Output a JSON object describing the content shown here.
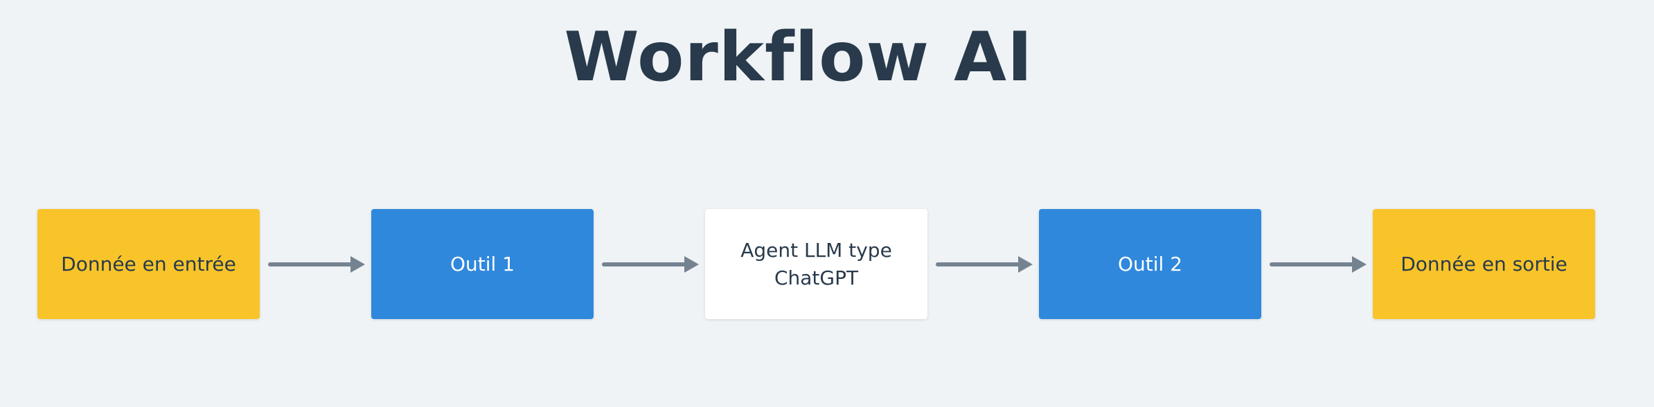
{
  "diagram": {
    "title": "Workflow AI",
    "nodes": [
      {
        "label": "Donnée en entrée",
        "style": "input"
      },
      {
        "label": "Outil 1",
        "style": "tool"
      },
      {
        "label": "Agent LLM type\nChatGPT",
        "style": "agent"
      },
      {
        "label": "Outil 2",
        "style": "tool"
      },
      {
        "label": "Donnée en sortie",
        "style": "output"
      }
    ],
    "edges": [
      {
        "from": 0,
        "to": 1
      },
      {
        "from": 1,
        "to": 2
      },
      {
        "from": 2,
        "to": 3
      },
      {
        "from": 3,
        "to": 4
      }
    ]
  },
  "colors": {
    "background": "#eff3f6",
    "title": "#283a4b",
    "input_output": "#f8c42a",
    "tool": "#2f88dc",
    "agent": "#ffffff",
    "arrow": "#758391"
  }
}
